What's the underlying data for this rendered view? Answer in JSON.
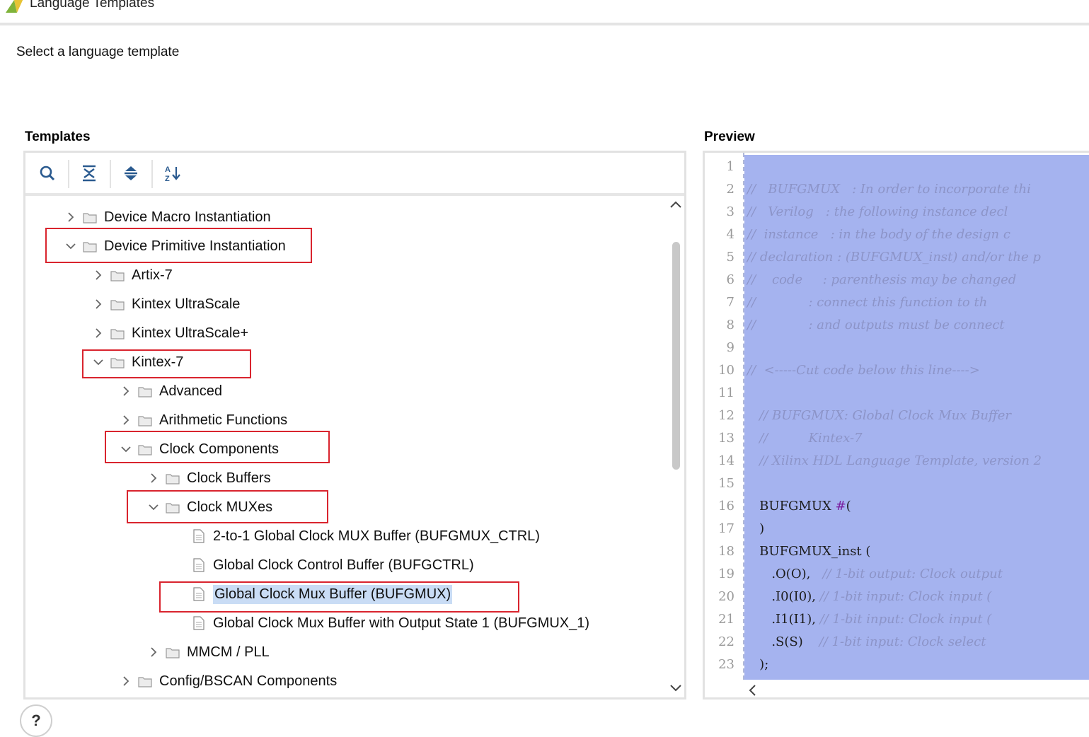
{
  "window": {
    "title": "Language Templates"
  },
  "subtitle": "Select a language template",
  "templates_label": "Templates",
  "preview_label": "Preview",
  "toolbar": {
    "buttons": [
      "search-icon",
      "collapse-all-icon",
      "expand-all-icon",
      "sort-az-icon"
    ]
  },
  "tree": {
    "items": [
      {
        "label": "Device Macro Instantiation",
        "type": "folder",
        "expanded": false
      },
      {
        "label": "Device Primitive Instantiation",
        "type": "folder",
        "expanded": true
      },
      {
        "label": "Artix-7",
        "type": "folder",
        "expanded": false
      },
      {
        "label": "Kintex UltraScale",
        "type": "folder",
        "expanded": false
      },
      {
        "label": "Kintex UltraScale+",
        "type": "folder",
        "expanded": false
      },
      {
        "label": "Kintex-7",
        "type": "folder",
        "expanded": true
      },
      {
        "label": "Advanced",
        "type": "folder",
        "expanded": false
      },
      {
        "label": "Arithmetic Functions",
        "type": "folder",
        "expanded": false
      },
      {
        "label": "Clock Components",
        "type": "folder",
        "expanded": true
      },
      {
        "label": "Clock Buffers",
        "type": "folder",
        "expanded": false
      },
      {
        "label": "Clock MUXes",
        "type": "folder",
        "expanded": true
      },
      {
        "label": "2-to-1 Global Clock MUX Buffer (BUFGMUX_CTRL)",
        "type": "file"
      },
      {
        "label": "Global Clock Control Buffer (BUFGCTRL)",
        "type": "file"
      },
      {
        "label": "Global Clock Mux Buffer (BUFGMUX)",
        "type": "file",
        "selected": true
      },
      {
        "label": "Global Clock Mux Buffer with Output State 1 (BUFGMUX_1)",
        "type": "file"
      },
      {
        "label": "MMCM / PLL",
        "type": "folder",
        "expanded": false
      },
      {
        "label": "Config/BSCAN Components",
        "type": "folder",
        "expanded": false
      }
    ]
  },
  "preview": {
    "line_numbers": [
      "1",
      "2",
      "3",
      "4",
      "5",
      "6",
      "7",
      "8",
      "9",
      "10",
      "11",
      "12",
      "13",
      "14",
      "15",
      "16",
      "17",
      "18",
      "19",
      "20",
      "21",
      "22",
      "23"
    ],
    "lines": [
      {
        "code": "",
        "comment": ""
      },
      {
        "code": "",
        "comment": "//   BUFGMUX   : In order to incorporate thi"
      },
      {
        "code": "",
        "comment": "//   Verilog   : the following instance decl"
      },
      {
        "code": "",
        "comment": "//  instance   : in the body of the design c"
      },
      {
        "code": "",
        "comment": "// declaration : (BUFGMUX_inst) and/or the p"
      },
      {
        "code": "",
        "comment": "//    code     : parenthesis may be changed "
      },
      {
        "code": "",
        "comment": "//             : connect this function to th"
      },
      {
        "code": "",
        "comment": "//             : and outputs must be connect"
      },
      {
        "code": "",
        "comment": ""
      },
      {
        "code": "",
        "comment": "//  <-----Cut code below this line---->"
      },
      {
        "code": "",
        "comment": ""
      },
      {
        "code": "   ",
        "comment": "// BUFGMUX: Global Clock Mux Buffer"
      },
      {
        "code": "   ",
        "comment": "//          Kintex-7"
      },
      {
        "code": "   ",
        "comment": "// Xilinx HDL Language Template, version 2"
      },
      {
        "code": "",
        "comment": ""
      },
      {
        "code": "   BUFGMUX ",
        "kw": "#",
        "code2": "(",
        "comment": ""
      },
      {
        "code": "   )",
        "comment": ""
      },
      {
        "code": "   BUFGMUX_inst (",
        "comment": ""
      },
      {
        "code": "      .O(O),   ",
        "comment": "// 1-bit output: Clock output"
      },
      {
        "code": "      .I0(I0), ",
        "comment": "// 1-bit input: Clock input ("
      },
      {
        "code": "      .I1(I1), ",
        "comment": "// 1-bit input: Clock input ("
      },
      {
        "code": "      .S(S)    ",
        "comment": "// 1-bit input: Clock select"
      },
      {
        "code": "   );",
        "comment": ""
      }
    ]
  },
  "help_label": "?"
}
